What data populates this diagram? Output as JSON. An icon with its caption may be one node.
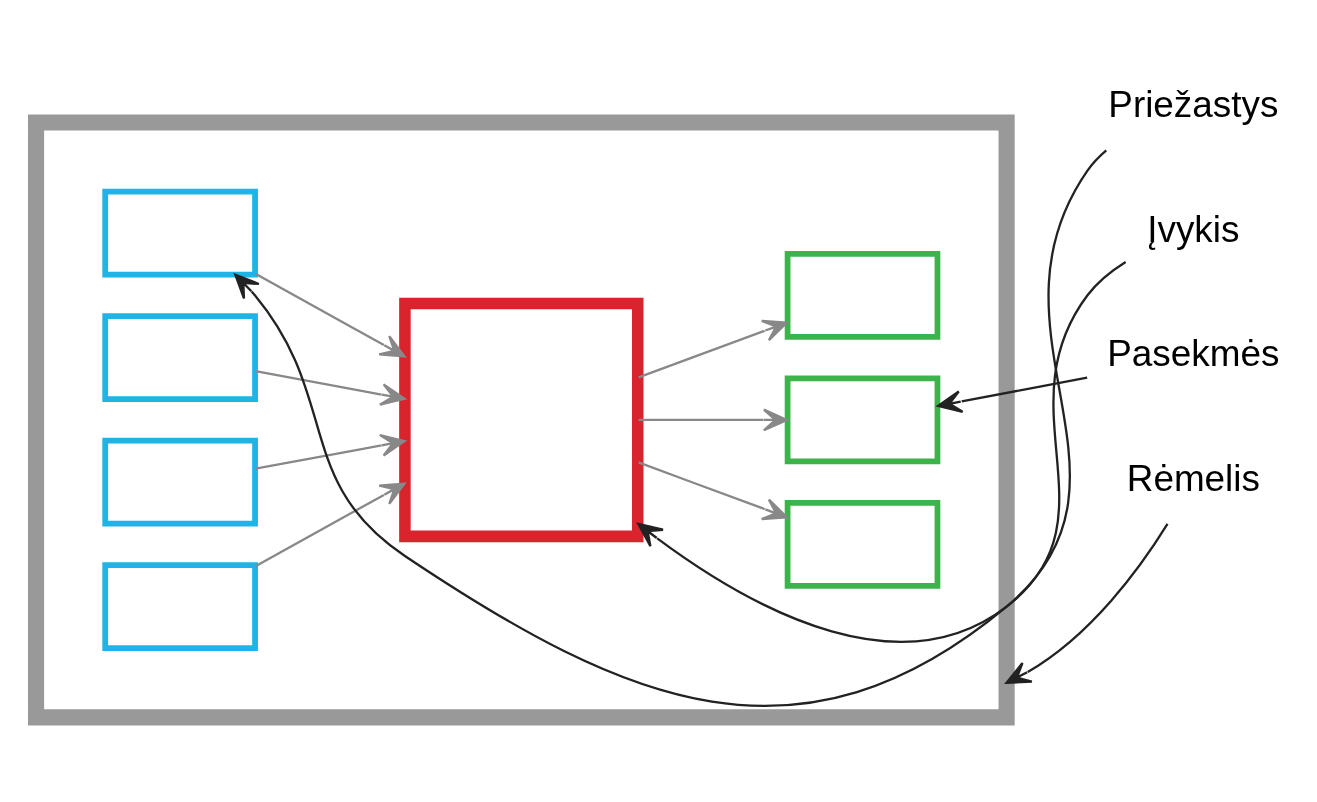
{
  "diagram": {
    "nodes": [
      {
        "text": [],
        "shape": "box"
      },
      {
        "text": [],
        "shape": "box",
        "in": 0
      },
      {
        "text": [],
        "shape": "box",
        "in": 0
      },
      {
        "text": [],
        "shape": "box",
        "in": 0
      },
      {
        "text": [],
        "shape": "box",
        "in": 0
      },
      {
        "text": [],
        "shape": "box",
        "in": 0
      },
      {
        "text": [],
        "shape": "box",
        "in": 0
      },
      {
        "text": [],
        "shape": "box",
        "in": 0
      },
      {
        "text": [],
        "shape": "box",
        "in": 0
      },
      {
        "text": [
          "Priežastys"
        ]
      },
      {
        "text": [
          "Įvykis"
        ]
      },
      {
        "text": [
          "Pasekmės"
        ]
      },
      {
        "text": [
          "Rėmelis"
        ]
      }
    ],
    "edges": [
      {
        "from": 1,
        "to": 5,
        "arrow": "to"
      },
      {
        "from": 2,
        "to": 5,
        "arrow": "to"
      },
      {
        "from": 3,
        "to": 5,
        "arrow": "to"
      },
      {
        "from": 4,
        "to": 5,
        "arrow": "to"
      },
      {
        "from": 5,
        "to": 6,
        "arrow": "to"
      },
      {
        "from": 5,
        "to": 7,
        "arrow": "to"
      },
      {
        "from": 5,
        "to": 8,
        "arrow": "to"
      },
      {
        "from": 9,
        "to": 1,
        "arrow": "to",
        "color": "#222222"
      },
      {
        "from": 10,
        "to": 5,
        "arrow": "to",
        "color": "#222222"
      },
      {
        "from": 11,
        "to": 7,
        "arrow": "to",
        "color": "#222222"
      },
      {
        "from": 12,
        "to": 0,
        "arrow": "to",
        "color": "#222222"
      }
    ]
  }
}
